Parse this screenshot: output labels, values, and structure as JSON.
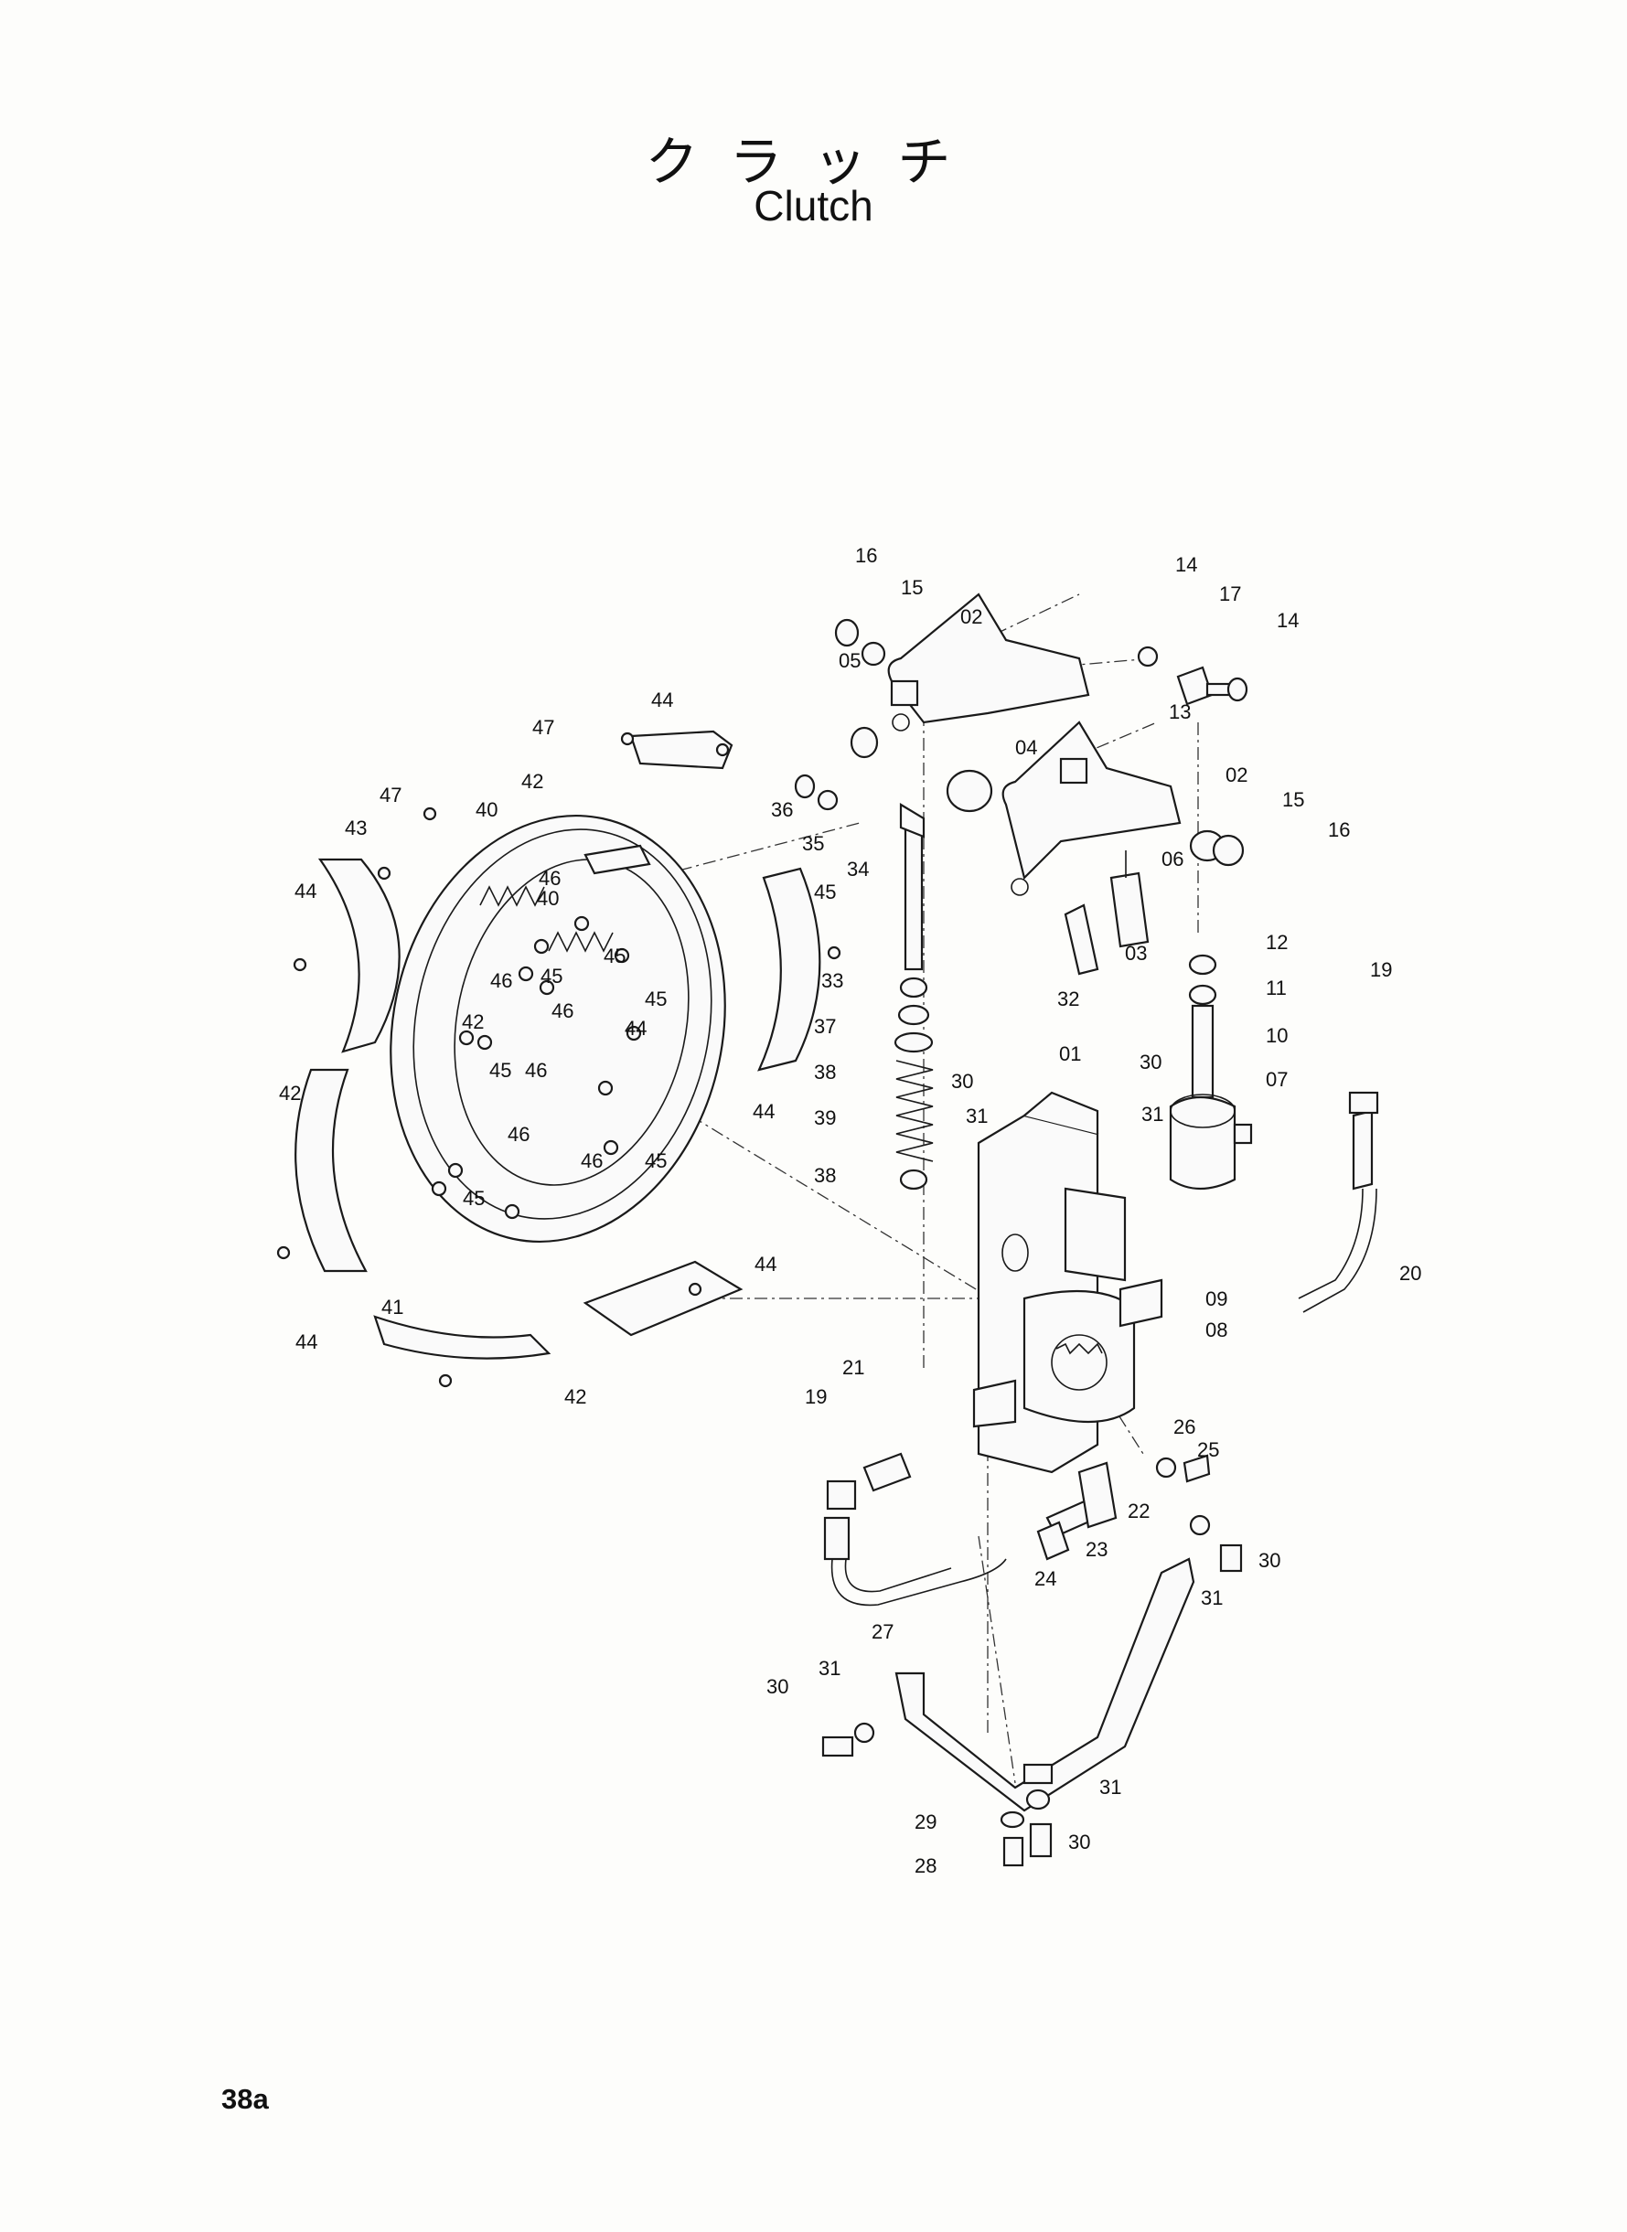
{
  "title": {
    "japanese": "クラッチ",
    "english": "Clutch"
  },
  "page_number": "38a",
  "callouts": [
    {
      "label": "16"
    },
    {
      "label": "15"
    },
    {
      "label": "02"
    },
    {
      "label": "05"
    },
    {
      "label": "14"
    },
    {
      "label": "17"
    },
    {
      "label": "14"
    },
    {
      "label": "13"
    },
    {
      "label": "04"
    },
    {
      "label": "02"
    },
    {
      "label": "15"
    },
    {
      "label": "16"
    },
    {
      "label": "06"
    },
    {
      "label": "03"
    },
    {
      "label": "36"
    },
    {
      "label": "35"
    },
    {
      "label": "34"
    },
    {
      "label": "33"
    },
    {
      "label": "32"
    },
    {
      "label": "12"
    },
    {
      "label": "11"
    },
    {
      "label": "10"
    },
    {
      "label": "19"
    },
    {
      "label": "37"
    },
    {
      "label": "38"
    },
    {
      "label": "39"
    },
    {
      "label": "38"
    },
    {
      "label": "01"
    },
    {
      "label": "30"
    },
    {
      "label": "30"
    },
    {
      "label": "31"
    },
    {
      "label": "31"
    },
    {
      "label": "07"
    },
    {
      "label": "20"
    },
    {
      "label": "09"
    },
    {
      "label": "08"
    },
    {
      "label": "21"
    },
    {
      "label": "19"
    },
    {
      "label": "26"
    },
    {
      "label": "25"
    },
    {
      "label": "22"
    },
    {
      "label": "23"
    },
    {
      "label": "24"
    },
    {
      "label": "30"
    },
    {
      "label": "31"
    },
    {
      "label": "27"
    },
    {
      "label": "31"
    },
    {
      "label": "30"
    },
    {
      "label": "31"
    },
    {
      "label": "29"
    },
    {
      "label": "30"
    },
    {
      "label": "28"
    },
    {
      "label": "47"
    },
    {
      "label": "44"
    },
    {
      "label": "42"
    },
    {
      "label": "47"
    },
    {
      "label": "43"
    },
    {
      "label": "40"
    },
    {
      "label": "44"
    },
    {
      "label": "45"
    },
    {
      "label": "46"
    },
    {
      "label": "40"
    },
    {
      "label": "45"
    },
    {
      "label": "45"
    },
    {
      "label": "46"
    },
    {
      "label": "45"
    },
    {
      "label": "46"
    },
    {
      "label": "44"
    },
    {
      "label": "42"
    },
    {
      "label": "45"
    },
    {
      "label": "46"
    },
    {
      "label": "46"
    },
    {
      "label": "46"
    },
    {
      "label": "45"
    },
    {
      "label": "45"
    },
    {
      "label": "42"
    },
    {
      "label": "44"
    },
    {
      "label": "41"
    },
    {
      "label": "44"
    },
    {
      "label": "42"
    },
    {
      "label": "44"
    }
  ]
}
